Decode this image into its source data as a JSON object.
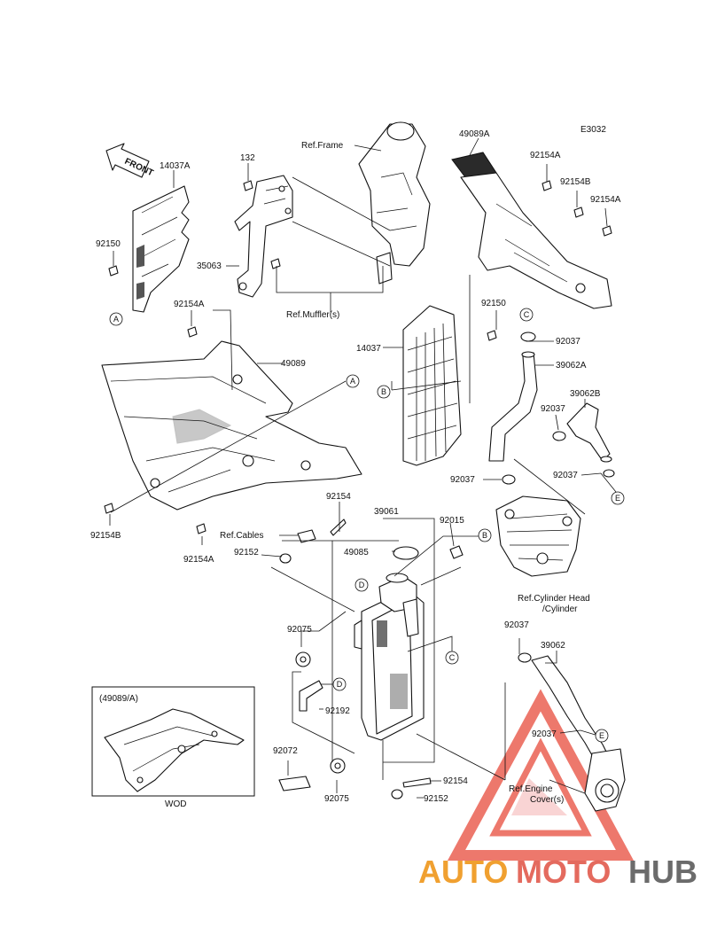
{
  "diagram_code": "E3032",
  "front_arrow": "FRONT",
  "labels": {
    "l_14037A": "14037A",
    "l_132": "132",
    "l_ref_frame": "Ref.Frame",
    "l_49089A": "49089A",
    "l_92154A_1": "92154A",
    "l_92154B_1": "92154B",
    "l_92154A_2": "92154A",
    "l_92150_1": "92150",
    "l_35063": "35063",
    "l_ref_muffler": "Ref.Muffler(s)",
    "l_92154A_3": "92154A",
    "l_49089": "49089",
    "l_14037": "14037",
    "l_92150_2": "92150",
    "l_92037_1": "92037",
    "l_39062A": "39062A",
    "l_39062B": "39062B",
    "l_92037_2": "92037",
    "l_92037_3": "92037",
    "l_92037_4": "92037",
    "l_92154B_2": "92154B",
    "l_92154": "92154",
    "l_39061": "39061",
    "l_92015": "92015",
    "l_ref_cables": "Ref.Cables",
    "l_92152_1": "92152",
    "l_92154A_4": "92154A",
    "l_49085": "49085",
    "l_ref_cyl_1": "Ref.Cylinder Head",
    "l_ref_cyl_2": "/Cylinder",
    "l_92075_1": "92075",
    "l_92037_5": "92037",
    "l_39062": "39062",
    "l_92192": "92192",
    "l_92037_6": "92037",
    "l_92072": "92072",
    "l_92075_2": "92075",
    "l_92154_2": "92154",
    "l_92152_2": "92152",
    "l_ref_engine_1": "Ref.Engine",
    "l_ref_engine_2": "Cover(s)",
    "inset_title": "(49089/A)",
    "inset_caption": "WOD"
  },
  "callouts": {
    "c_A1": "A",
    "c_A2": "A",
    "c_B1": "B",
    "c_B2": "B",
    "c_C1": "C",
    "c_C2": "C",
    "c_D1": "D",
    "c_D2": "D",
    "c_E1": "E",
    "c_E2": "E"
  },
  "watermark": {
    "auto": "AUTO",
    "moto": "MOTO",
    "hub": "HUB"
  },
  "colors": {
    "watermark_red": "#e84b3c",
    "watermark_orange": "#f0a030",
    "watermark_gray": "#6b6b6b"
  }
}
